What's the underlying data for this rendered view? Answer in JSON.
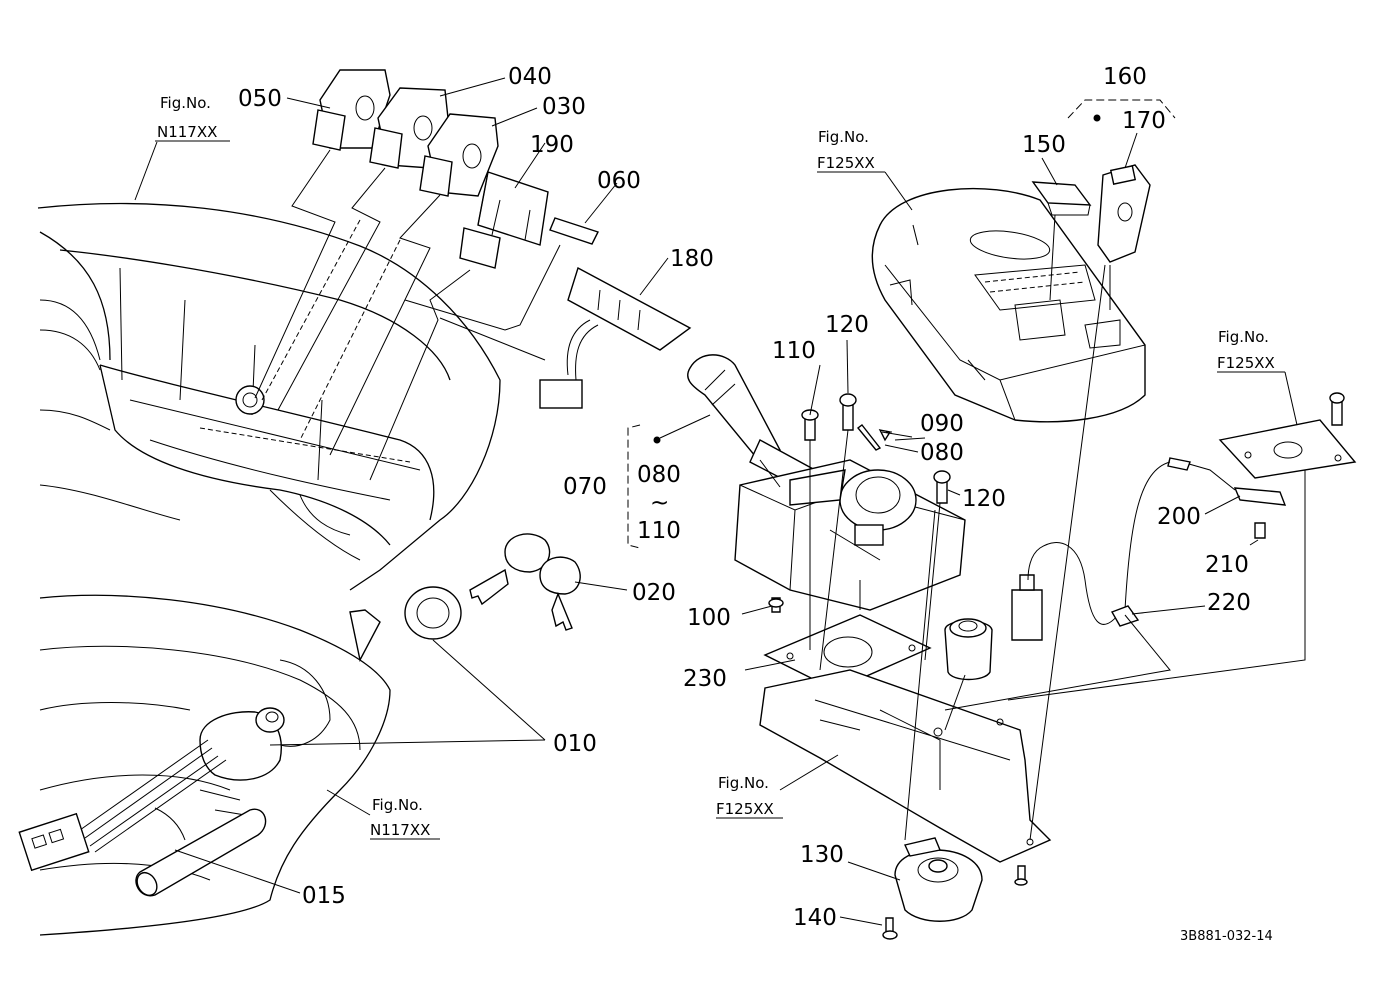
{
  "drawing_code": "3B881-032-14",
  "fig_refs": {
    "top_left": {
      "line1": "Fig.No.",
      "line2": "N117XX"
    },
    "bottom_left": {
      "line1": "Fig.No.",
      "line2": "N117XX"
    },
    "top_center": {
      "line1": "Fig.No.",
      "line2": "F125XX"
    },
    "right": {
      "line1": "Fig.No.",
      "line2": "F125XX"
    },
    "bottom_center": {
      "line1": "Fig.No.",
      "line2": "F125XX"
    }
  },
  "parts": {
    "p010": "010",
    "p015": "015",
    "p020": "020",
    "p030": "030",
    "p040": "040",
    "p050": "050",
    "p060": "060",
    "p070": "070",
    "p080_range": "080",
    "p_tilde": "~",
    "p110_range": "110",
    "p080": "080",
    "p090": "090",
    "p100": "100",
    "p110": "110",
    "p120_top": "120",
    "p120_right": "120",
    "p130": "130",
    "p140": "140",
    "p150": "150",
    "p160": "160",
    "p170": "170",
    "p180": "180",
    "p190": "190",
    "p200": "200",
    "p210": "210",
    "p220": "220",
    "p230": "230"
  }
}
